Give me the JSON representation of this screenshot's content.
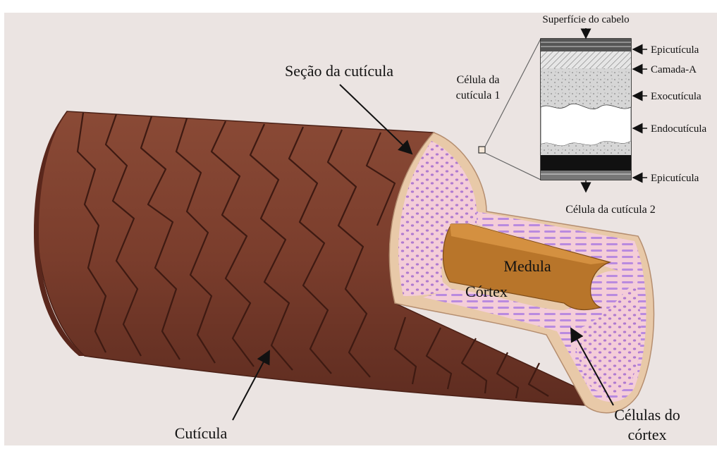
{
  "labels": {
    "cuticle_section": "Seção da cutícula",
    "cuticle": "Cutícula",
    "cortex": "Córtex",
    "medulla": "Medula",
    "cortex_cells_line1": "Células do",
    "cortex_cells_line2": "córtex",
    "cuticle_cell_1_line1": "Célula da",
    "cuticle_cell_1_line2": "cutícula 1",
    "cuticle_cell_2": "Célula da cutícula 2",
    "hair_surface": "Superfície do cabelo"
  },
  "layers": {
    "epicuticle_top": "Epicutícula",
    "a_layer": "Camada-A",
    "exocuticle": "Exocutícula",
    "endocuticle": "Endocutícula",
    "epicuticle_bottom": "Epicutícula"
  },
  "colors": {
    "background": "#ebe4e2",
    "cuticle_surface": "#7a3d2c",
    "cuticle_edge": "#e8c9a8",
    "cortex_pink": "#f3c9d4",
    "cortex_dots": "#b07ad0",
    "medulla": "#b8752a"
  }
}
